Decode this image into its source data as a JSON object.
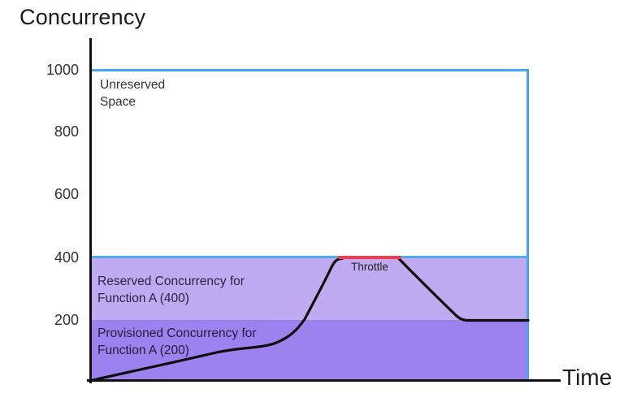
{
  "title": "Concurrency",
  "xlabel": "Time",
  "yaxis": {
    "ticks": [
      "1000",
      "800",
      "600",
      "400",
      "200"
    ]
  },
  "labels": {
    "unreserved": "Unreserved Space",
    "reserved": "Reserved Concurrency for Function A (400)",
    "provisioned": "Provisioned Concurrency for Function A (200)",
    "throttle": "Throttle"
  },
  "colors": {
    "limit_line_blue": "#45a4f0",
    "reserved_fill": "#c0aaf2",
    "provisioned_fill": "#9c82ee",
    "throttle_red": "#f23b4c",
    "curve_black": "#0d0d0d"
  },
  "chart_data": {
    "type": "area",
    "title": "Concurrency",
    "xlabel": "Time",
    "ylabel": "Concurrency",
    "ylim": [
      0,
      1050
    ],
    "yticks": [
      200,
      400,
      600,
      800,
      1000
    ],
    "xticks": [],
    "grid": false,
    "legend": false,
    "regions": [
      {
        "name": "Unreserved Space",
        "from": 400,
        "to": 1000,
        "fill": "#ffffff"
      },
      {
        "name": "Reserved Concurrency for Function A (400)",
        "from": 200,
        "to": 400,
        "fill": "#c0aaf2"
      },
      {
        "name": "Provisioned Concurrency for Function A (200)",
        "from": 0,
        "to": 200,
        "fill": "#9c82ee"
      }
    ],
    "limit_lines": [
      {
        "name": "account-concurrency-limit",
        "value": 1000,
        "color": "#45a4f0"
      },
      {
        "name": "reserved-concurrency-limit",
        "value": 400,
        "color": "#45a4f0"
      }
    ],
    "series": [
      {
        "name": "Function A concurrency over time",
        "type": "line",
        "color": "#0d0d0d",
        "x_percent": [
          0,
          28,
          42,
          48.5,
          53,
          56.7,
          70.8,
          85,
          100
        ],
        "values": [
          0,
          90,
          120,
          200,
          310,
          400,
          400,
          200,
          200
        ]
      }
    ],
    "annotations": [
      {
        "label": "Throttle",
        "value": 400,
        "x_percent_range": [
          56.7,
          70.8
        ],
        "color": "#f23b4c"
      }
    ]
  }
}
